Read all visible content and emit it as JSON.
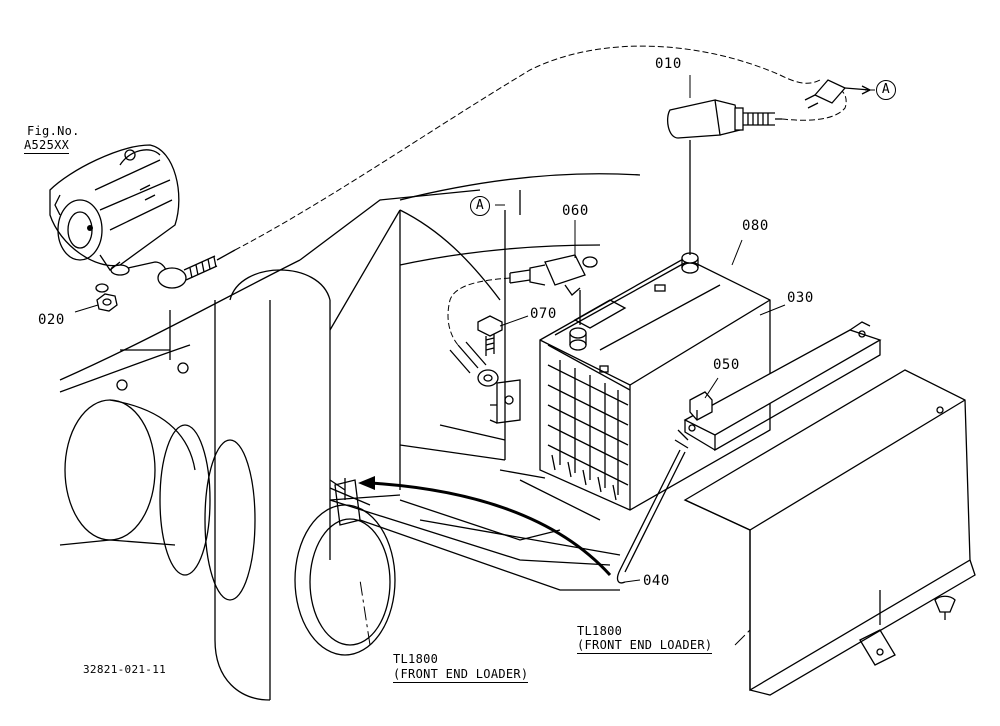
{
  "figure": {
    "fig_ref_label": "Fig.No.",
    "fig_ref_number": "A525XX",
    "drawing_number": "32821-021-11"
  },
  "callouts": [
    {
      "id": "010"
    },
    {
      "id": "020"
    },
    {
      "id": "030"
    },
    {
      "id": "040"
    },
    {
      "id": "050"
    },
    {
      "id": "060"
    },
    {
      "id": "070"
    },
    {
      "id": "080"
    }
  ],
  "reference_marker": "A",
  "notes": [
    {
      "model": "TL1800",
      "description": "(FRONT END LOADER)"
    },
    {
      "model": "TL1800",
      "description": "(FRONT END LOADER)"
    }
  ]
}
